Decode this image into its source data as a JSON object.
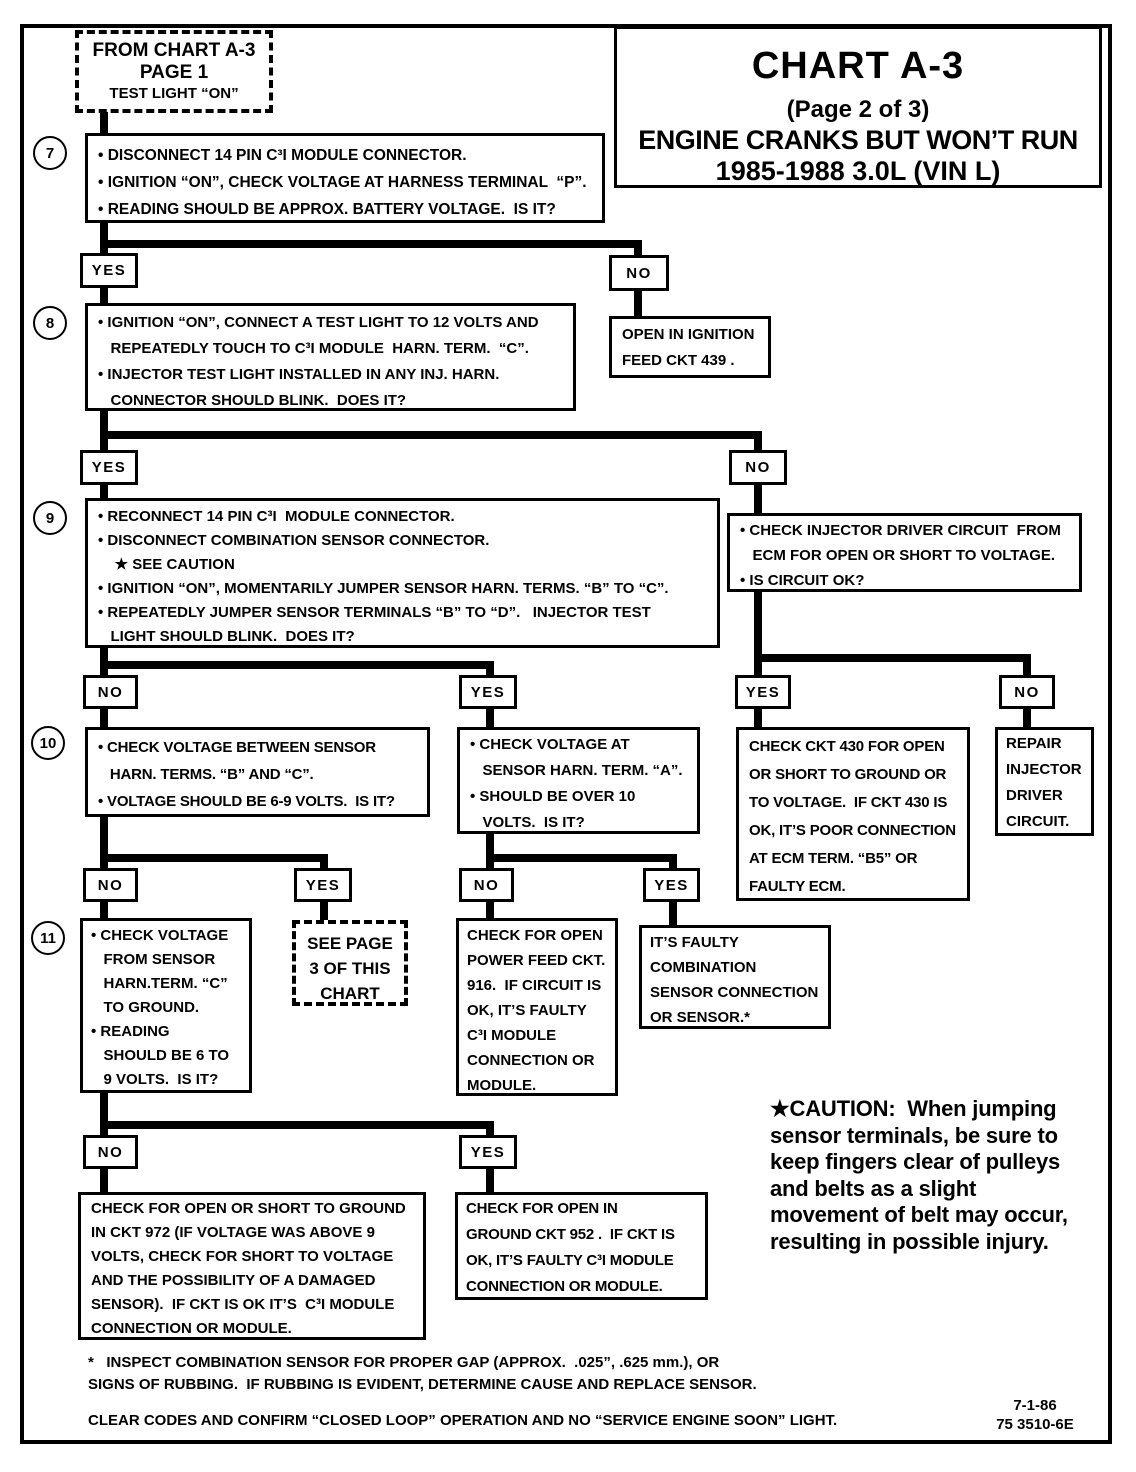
{
  "title": {
    "chart": "CHART A-3",
    "page": "(Page 2 of 3)",
    "subtitle": "ENGINE CRANKS BUT WON’T RUN",
    "engine": "1985-1988  3.0L  (VIN L)"
  },
  "start_box": {
    "line1": "FROM CHART A-3",
    "line2": "PAGE 1",
    "line3": "TEST LIGHT “ON”"
  },
  "step_numbers": {
    "s7": "7",
    "s8": "8",
    "s9": "9",
    "s10": "10",
    "s11": "11"
  },
  "boxes": {
    "box7": {
      "lines": [
        "• DISCONNECT 14 PIN C³I MODULE CONNECTOR.",
        "• IGNITION “ON”, CHECK VOLTAGE AT HARNESS TERMINAL  “P”.",
        "• READING SHOULD BE APPROX. BATTERY VOLTAGE.  IS IT?"
      ]
    },
    "box8": {
      "lines": [
        "• IGNITION “ON”, CONNECT A TEST LIGHT TO 12 VOLTS AND",
        "   REPEATEDLY TOUCH TO C³I MODULE  HARN. TERM.  “C”.",
        "• INJECTOR TEST LIGHT INSTALLED IN ANY INJ. HARN.",
        "   CONNECTOR SHOULD BLINK.  DOES IT?"
      ]
    },
    "open_ignition": {
      "lines": [
        "OPEN IN IGNITION",
        "FEED CKT 439 ."
      ]
    },
    "box9": {
      "lines": [
        "• RECONNECT 14 PIN C³I  MODULE CONNECTOR.",
        "• DISCONNECT COMBINATION SENSOR CONNECTOR.",
        "    ★ SEE CAUTION",
        "• IGNITION “ON”, MOMENTARILY JUMPER SENSOR HARN. TERMS. “B” TO “C”.",
        "• REPEATEDLY JUMPER SENSOR TERMINALS “B” TO “D”.   INJECTOR TEST",
        "   LIGHT SHOULD BLINK.  DOES IT?"
      ]
    },
    "injector_driver": {
      "lines": [
        "• CHECK INJECTOR DRIVER CIRCUIT  FROM",
        "   ECM FOR OPEN OR SHORT TO VOLTAGE.",
        "• IS CIRCUIT OK?"
      ]
    },
    "box10": {
      "lines": [
        "• CHECK VOLTAGE BETWEEN SENSOR",
        "   HARN. TERMS. “B” AND “C”.",
        "• VOLTAGE SHOULD BE 6-9 VOLTS.  IS IT?"
      ]
    },
    "sensor_a": {
      "lines": [
        "• CHECK VOLTAGE AT",
        "   SENSOR HARN. TERM. “A”.",
        "• SHOULD BE OVER 10",
        "   VOLTS.  IS IT?"
      ]
    },
    "ckt430": {
      "lines": [
        "CHECK CKT 430 FOR OPEN",
        "OR SHORT TO GROUND OR",
        "TO VOLTAGE.  IF CKT 430 IS",
        "OK, IT’S POOR CONNECTION",
        "AT ECM TERM. “B5” OR",
        "FAULTY ECM."
      ]
    },
    "repair_injector": {
      "lines": [
        "REPAIR",
        "INJECTOR",
        "DRIVER",
        "CIRCUIT."
      ]
    },
    "box11": {
      "lines": [
        "• CHECK VOLTAGE",
        "   FROM SENSOR",
        "   HARN.TERM. “C”",
        "   TO GROUND.",
        "• READING",
        "   SHOULD BE 6 TO",
        "   9 VOLTS.  IS IT?"
      ]
    },
    "see_page3": {
      "lines": [
        "SEE PAGE",
        "3 OF THIS",
        "CHART"
      ]
    },
    "ckt916": {
      "lines": [
        "CHECK FOR OPEN",
        "POWER FEED CKT.",
        "916.  IF CIRCUIT IS",
        "OK, IT’S FAULTY",
        "C³I MODULE",
        "CONNECTION OR",
        "MODULE."
      ]
    },
    "faulty_sensor": {
      "lines": [
        "IT’S FAULTY",
        "COMBINATION",
        "SENSOR CONNECTION",
        "OR SENSOR.*"
      ]
    },
    "ckt972": {
      "lines": [
        "CHECK FOR OPEN OR SHORT TO GROUND",
        "IN CKT 972 (IF VOLTAGE WAS ABOVE 9",
        "VOLTS, CHECK FOR SHORT TO VOLTAGE",
        "AND THE POSSIBILITY OF A DAMAGED",
        "SENSOR).  IF CKT IS OK IT’S  C³I MODULE",
        "CONNECTION OR MODULE."
      ]
    },
    "ckt952": {
      "lines": [
        "CHECK FOR OPEN IN",
        "GROUND CKT 952 .  IF CKT IS",
        "OK, IT’S FAULTY C³I MODULE",
        "CONNECTION OR MODULE."
      ]
    }
  },
  "decisions": {
    "d7_yes": "YES",
    "d7_no": "NO",
    "d8_yes": "YES",
    "d8_no": "NO",
    "d9_no": "NO",
    "d9_yes": "YES",
    "inj_yes": "YES",
    "inj_no": "NO",
    "d10_no": "NO",
    "d10_yes": "YES",
    "sa_no": "NO",
    "sa_yes": "YES",
    "d11_no": "NO",
    "d11_yes": "YES"
  },
  "caution_note": {
    "lines": [
      "★CAUTION:  When jumping",
      "sensor terminals, be sure to",
      "keep fingers clear of pulleys",
      "and belts as a slight",
      "movement of belt may occur,",
      "resulting in possible injury."
    ]
  },
  "footnote": {
    "lines": [
      "*   INSPECT COMBINATION SENSOR FOR PROPER GAP (APPROX.  .025”, .625 mm.), OR",
      "SIGNS OF RUBBING.  IF RUBBING IS EVIDENT, DETERMINE CAUSE AND REPLACE SENSOR."
    ]
  },
  "bottom": {
    "clear_codes": "CLEAR CODES AND CONFIRM “CLOSED LOOP”  OPERATION AND NO “SERVICE ENGINE SOON” LIGHT.",
    "date": "7-1-86",
    "doc_number": "75 3510-6E"
  }
}
